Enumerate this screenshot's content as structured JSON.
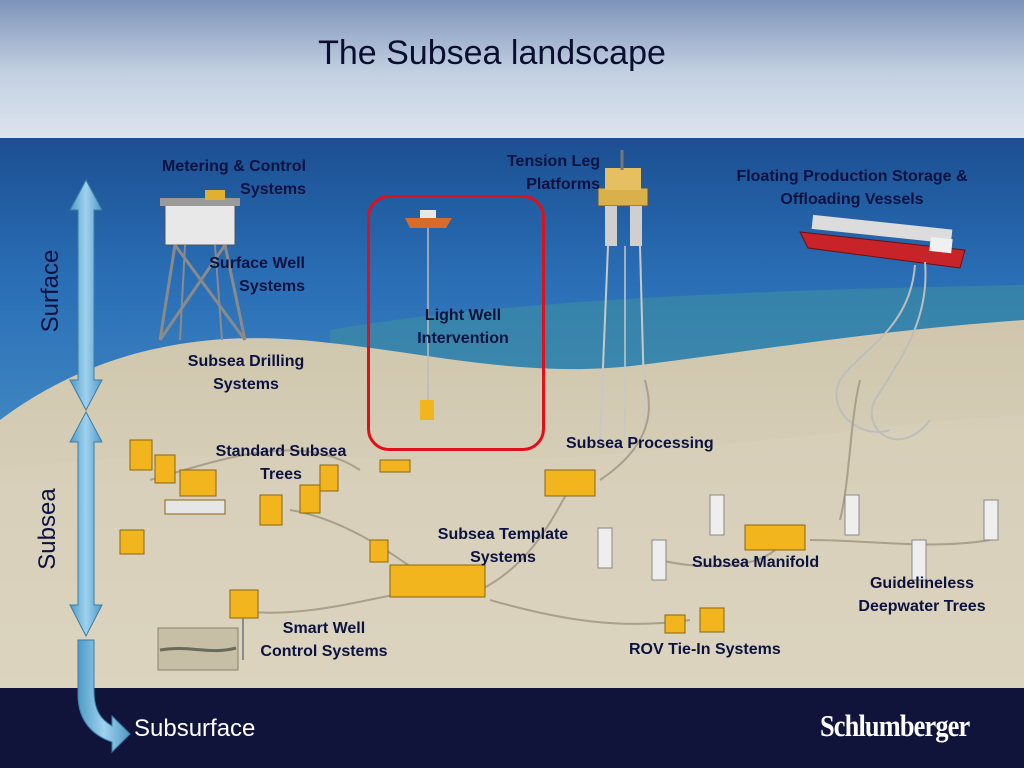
{
  "title": "The Subsea landscape",
  "zones": {
    "surface": "Surface",
    "subsea": "Subsea",
    "subsurface": "Subsurface"
  },
  "labels": {
    "metering": [
      "Metering & Control",
      "Systems"
    ],
    "tension_leg": [
      "Tension Leg",
      "Platforms"
    ],
    "fpso": [
      "Floating Production Storage &",
      "Offloading Vessels"
    ],
    "surface_well": [
      "Surface Well",
      "Systems"
    ],
    "light_well": [
      "Light Well",
      "Intervention"
    ],
    "subsea_drilling": [
      "Subsea Drilling",
      "Systems"
    ],
    "subsea_processing": [
      "Subsea Processing"
    ],
    "standard_trees": [
      "Standard Subsea",
      "Trees"
    ],
    "subsea_template": [
      "Subsea Template",
      "Systems"
    ],
    "subsea_manifold": [
      "Subsea Manifold"
    ],
    "guidelineless": [
      "Guidelineless",
      "Deepwater Trees"
    ],
    "smart_well": [
      "Smart Well",
      "Control Systems"
    ],
    "rov_tiein": [
      "ROV Tie-In Systems"
    ]
  },
  "logo": "Schlumberger",
  "colors": {
    "sky": "#b9c9df",
    "sea": "#1f5fa8",
    "seabed": "#d4cbb2",
    "footer": "#10143a",
    "arrow": "#6fb3d8",
    "highlight": "#e0101a",
    "equipment": "#f2b51e"
  }
}
